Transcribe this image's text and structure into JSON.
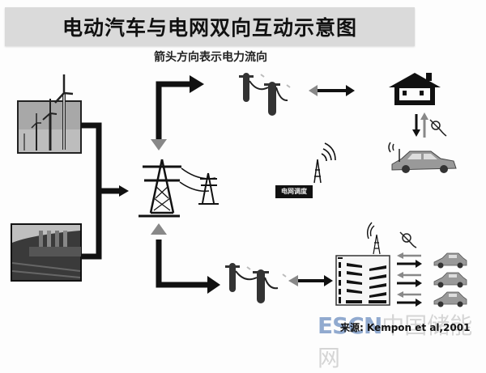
{
  "header": {
    "title": "电动汽车与电网双向互动示意图",
    "subtitle": "箭头方向表示电力流向"
  },
  "nodes": {
    "wind_farm": "wind-farm",
    "power_plant": "thermal-power-plant",
    "transmission_tower": "transmission-tower",
    "distribution_top": "distribution-poles",
    "distribution_bottom": "distribution-poles",
    "house": "house",
    "single_ev": "electric-car",
    "parking_building": "parking-garage",
    "fleet_evs": [
      "electric-car",
      "electric-car",
      "electric-car"
    ],
    "dispatch_tower": "radio-tower"
  },
  "dispatch": {
    "label": "电网调度"
  },
  "colors": {
    "flow_to_consumer": "#111111",
    "flow_to_grid": "#888888",
    "title_bg": "#dadada",
    "watermark": "#6e8fc0"
  },
  "footer": {
    "watermark_latin": "ESCN",
    "watermark_cn": "中国储能网",
    "source": "来源: Kempon et al,2001"
  }
}
